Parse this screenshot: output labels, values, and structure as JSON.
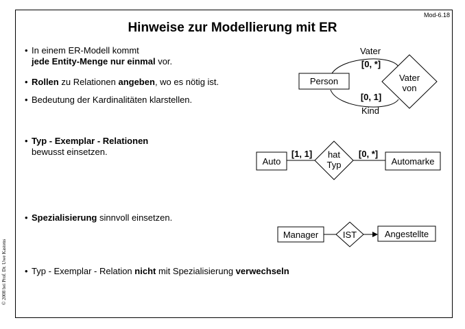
{
  "slide_id": "Mod-6.18",
  "title": "Hinweise zur Modellierung mit ER",
  "copyright": "© 2008 bei Prof. Dr. Uwe Kastens",
  "bullets": [
    {
      "lines": [
        [
          {
            "t": "In einem ER-Modell kommt",
            "b": false
          }
        ],
        [
          {
            "t": "jede Entity-Menge nur einmal",
            "b": true
          },
          {
            "t": " vor.",
            "b": false
          }
        ]
      ]
    },
    {
      "lines": [
        [
          {
            "t": "Rollen",
            "b": true
          },
          {
            "t": " zu Relationen ",
            "b": false
          },
          {
            "t": "angeben",
            "b": true
          },
          {
            "t": ", wo es nötig ist.",
            "b": false
          }
        ]
      ]
    },
    {
      "lines": [
        [
          {
            "t": "Bedeutung der Kardinalitäten klarstellen.",
            "b": false
          }
        ]
      ]
    },
    {
      "lines": [
        [
          {
            "t": "Typ - Exemplar - Relationen",
            "b": true
          }
        ],
        [
          {
            "t": "bewusst einsetzen.",
            "b": false
          }
        ]
      ]
    },
    {
      "lines": [
        [
          {
            "t": "Spezialisierung",
            "b": true
          },
          {
            "t": " sinnvoll einsetzen.",
            "b": false
          }
        ]
      ]
    },
    {
      "lines": [
        [
          {
            "t": "Typ - Exemplar - Relation ",
            "b": false
          },
          {
            "t": "nicht",
            "b": true
          },
          {
            "t": " mit Spezialisierung ",
            "b": false
          },
          {
            "t": "verwechseln",
            "b": true
          }
        ]
      ]
    }
  ],
  "diagram1": {
    "entity": "Person",
    "relation": [
      "Vater",
      "von"
    ],
    "role_top": "Vater",
    "role_bottom": "Kind",
    "card_top": "[0, *]",
    "card_bottom": "[0, 1]"
  },
  "diagram2": {
    "entity_left": "Auto",
    "relation": [
      "hat",
      "Typ"
    ],
    "entity_right": "Automarke",
    "card_left": "[1, 1]",
    "card_right": "[0, *]"
  },
  "diagram3": {
    "entity_left": "Manager",
    "relation": "IST",
    "entity_right": "Angestellte"
  }
}
